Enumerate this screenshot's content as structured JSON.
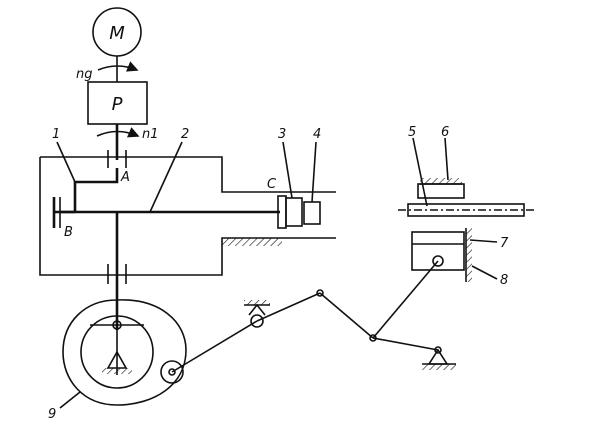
{
  "labels": {
    "motor": "M",
    "reducer": "P",
    "speed_g": "ng",
    "speed_1": "n1",
    "point_a": "A",
    "point_b": "B",
    "point_c": "C",
    "part_1": "1",
    "part_2": "2",
    "part_3": "3",
    "part_4": "4",
    "part_5": "5",
    "part_6": "6",
    "part_7": "7",
    "part_8": "8",
    "part_9": "9"
  }
}
